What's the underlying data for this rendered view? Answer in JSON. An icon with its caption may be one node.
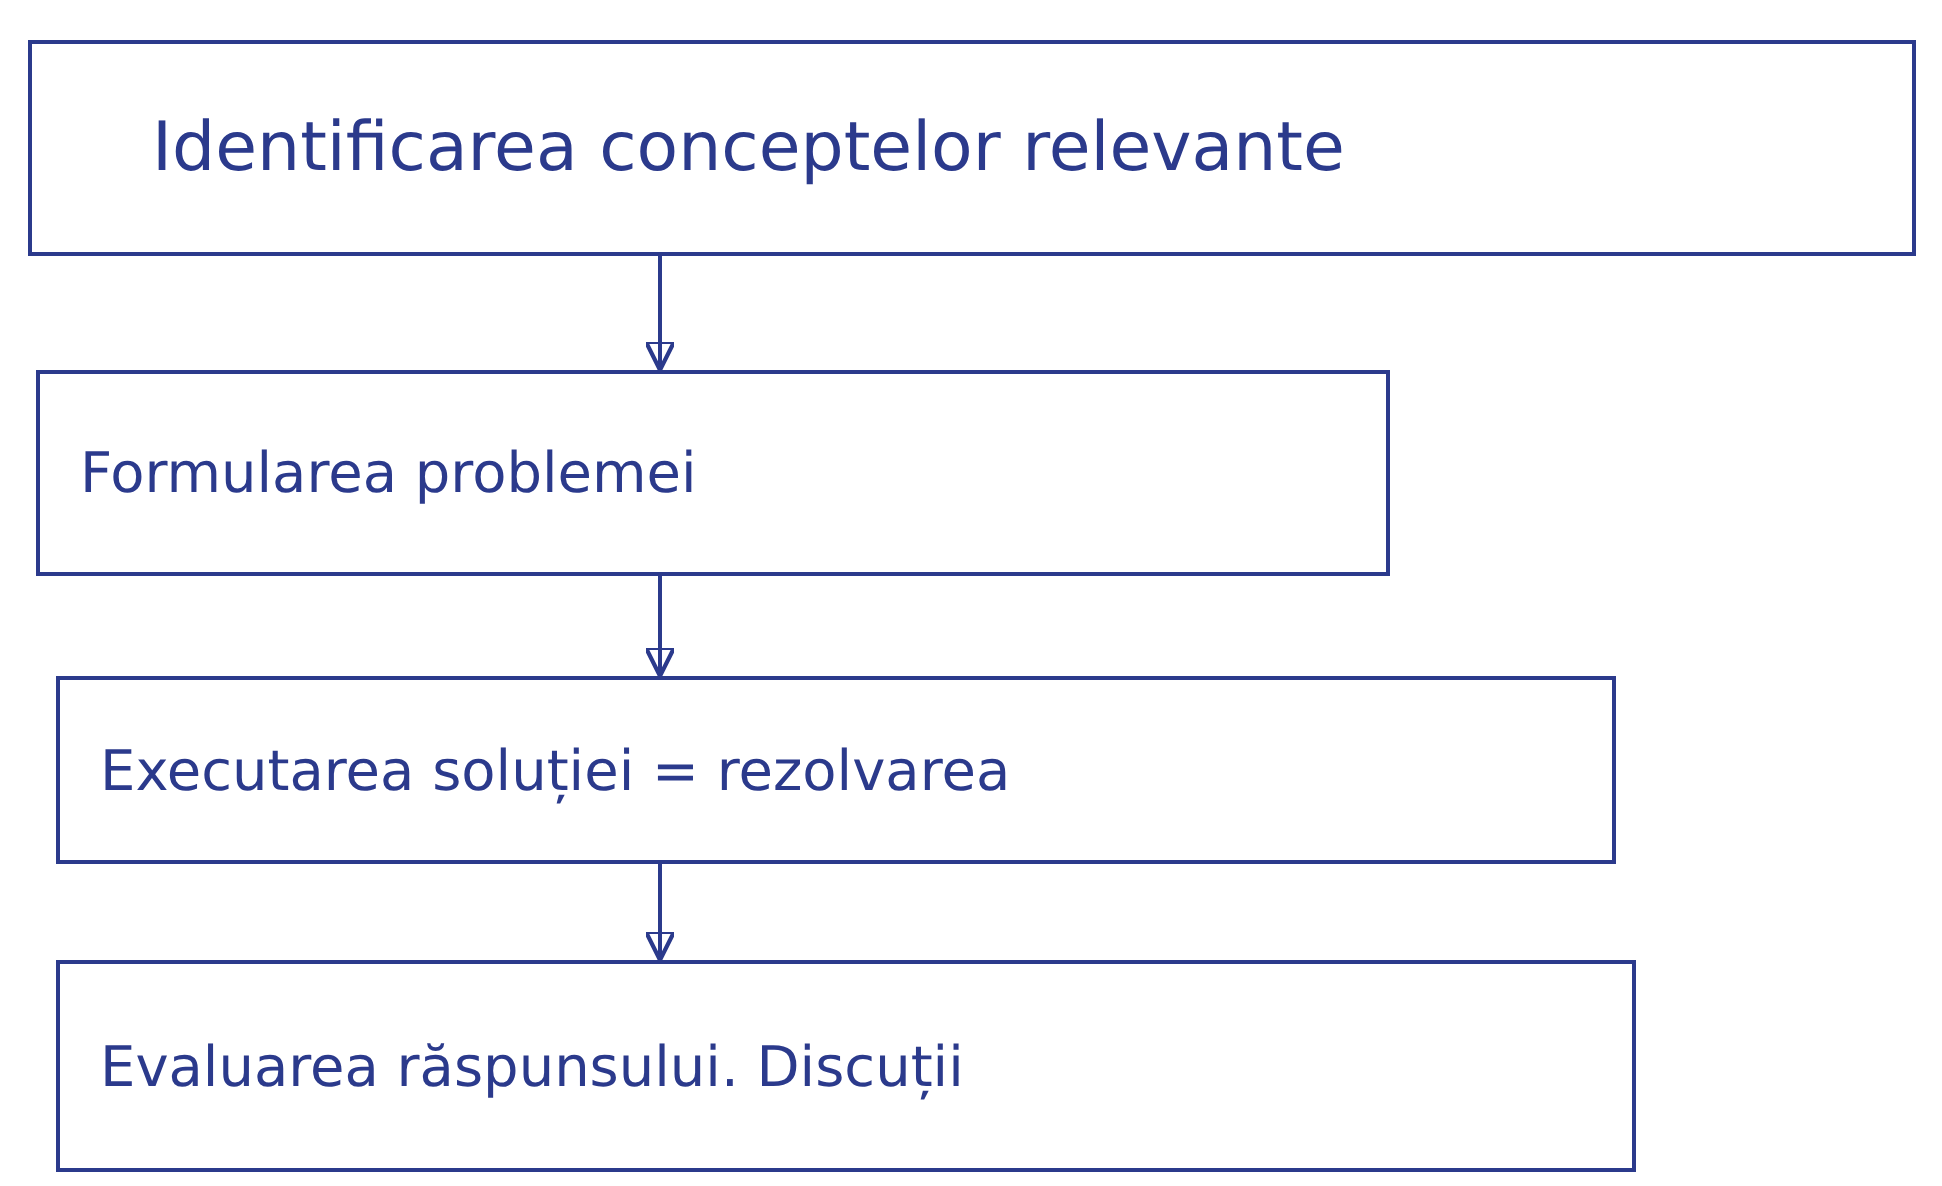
{
  "diagram": {
    "nodes": [
      {
        "text": [
          "Identificarea conceptelor relevante"
        ]
      },
      {
        "text": [
          "Formularea problemei"
        ]
      },
      {
        "text": [
          "Executarea soluției = rezolvarea"
        ]
      },
      {
        "text": [
          "Evaluarea răspunsului. Discuții"
        ]
      }
    ],
    "edges": [
      {
        "from": 0,
        "to": 1,
        "arrow": "to"
      },
      {
        "from": 1,
        "to": 2,
        "arrow": "to"
      },
      {
        "from": 2,
        "to": 3,
        "arrow": "to"
      }
    ]
  }
}
